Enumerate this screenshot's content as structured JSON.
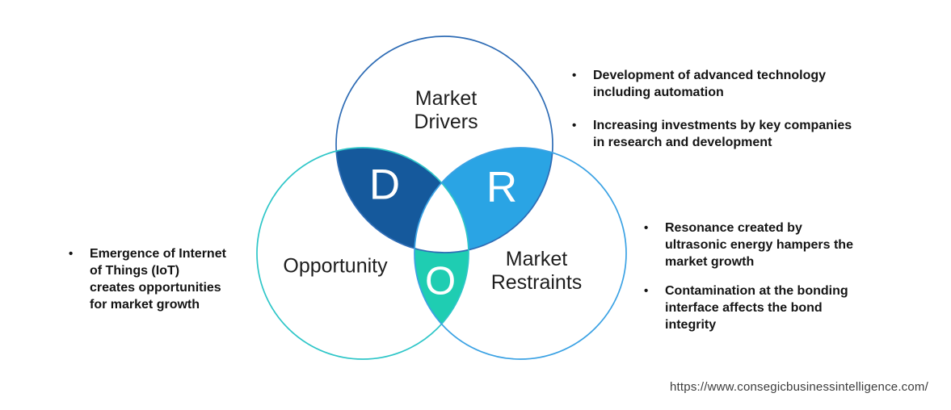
{
  "bullet_char": "•",
  "venn": {
    "drivers": {
      "label": "Market\nDrivers",
      "letter": "D",
      "fill": "#15599C",
      "stroke": "#2E6CB5"
    },
    "restraints": {
      "label": "Market\nRestraints",
      "letter": "R",
      "fill": "#2AA4E4",
      "stroke": "#3BA2E4"
    },
    "opportunity": {
      "label": "Opportunity",
      "letter": "O",
      "fill": "#1FCDB2",
      "stroke": "#2EC6C8"
    },
    "center_fill": "#ffffff"
  },
  "bullets": {
    "drivers": {
      "items": [
        "Development of advanced technology\nincluding automation",
        "Increasing investments by key companies\nin research and development"
      ]
    },
    "restraints": {
      "items": [
        "Resonance created by\nultrasonic energy hampers the\nmarket growth",
        "Contamination at the bonding\ninterface affects the bond\nintegrity"
      ]
    },
    "opportunity": {
      "items": [
        "Emergence of Internet\nof Things (IoT)\ncreates opportunities\nfor market growth"
      ]
    }
  },
  "footer": {
    "url": "https://www.consegicbusinessintelligence.com/"
  }
}
